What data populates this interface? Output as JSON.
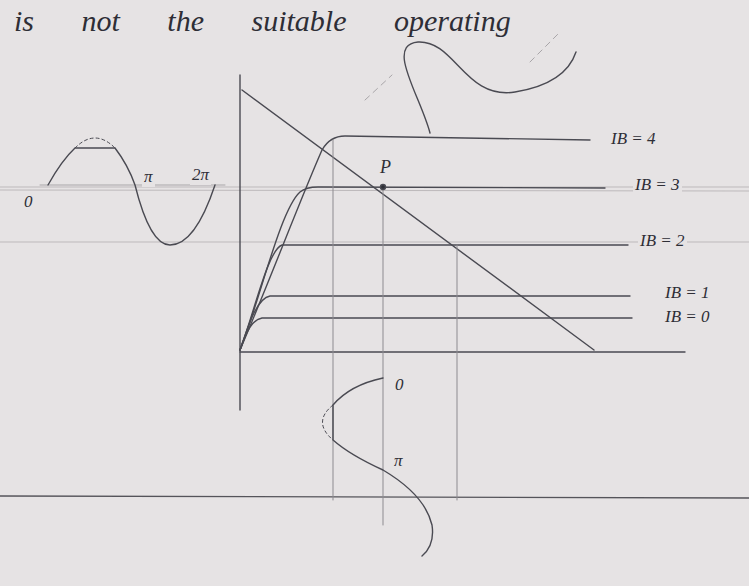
{
  "diagram": {
    "labels": [
      "is not the suitable operating",
      "0",
      "π",
      "2π",
      "P",
      "IB = 4",
      "IB = 3",
      "IB = 2",
      "IB = 1",
      "IB = 0",
      "0",
      "π"
    ]
  }
}
